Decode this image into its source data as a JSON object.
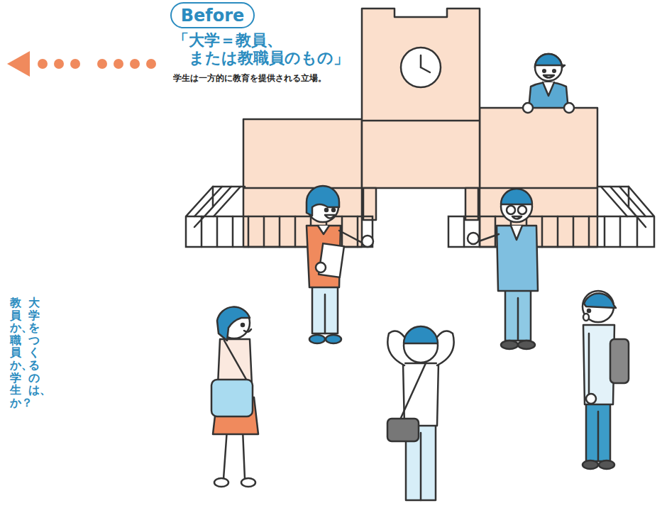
{
  "diagram": {
    "nodes": [
      {
        "text": [
          "Before"
        ]
      }
    ],
    "labels": [
      "「大学＝教員、 または教職員のもの」",
      "学生は一方的に教育を提供される立場。",
      "大学をつくるのは、",
      "教員か、職員か、学生か？"
    ]
  }
}
